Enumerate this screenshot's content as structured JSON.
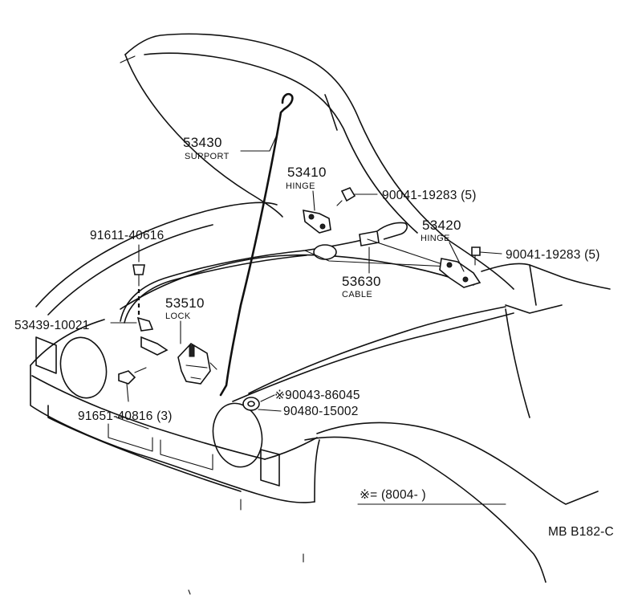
{
  "labels": {
    "support": {
      "number": "53430",
      "name": "SUPPORT"
    },
    "hinge_left": {
      "number": "53410",
      "name": "HINGE"
    },
    "hinge_right": {
      "number": "53420",
      "name": "HINGE"
    },
    "cable": {
      "number": "53630",
      "name": "CABLE"
    },
    "lock": {
      "number": "53510",
      "name": "LOCK"
    },
    "bolt_hinge_left": "90041-19283 (5)",
    "bolt_hinge_right": "90041-19283 (5)",
    "clip": "91611-40616",
    "latch_part": "53439-10021",
    "screw": "91651-40816 (3)",
    "cushion_note": "※90043-86045",
    "cushion": "90480-15002",
    "footnote": "※= (8004-        )",
    "drawing_code": "MB B182-C"
  }
}
